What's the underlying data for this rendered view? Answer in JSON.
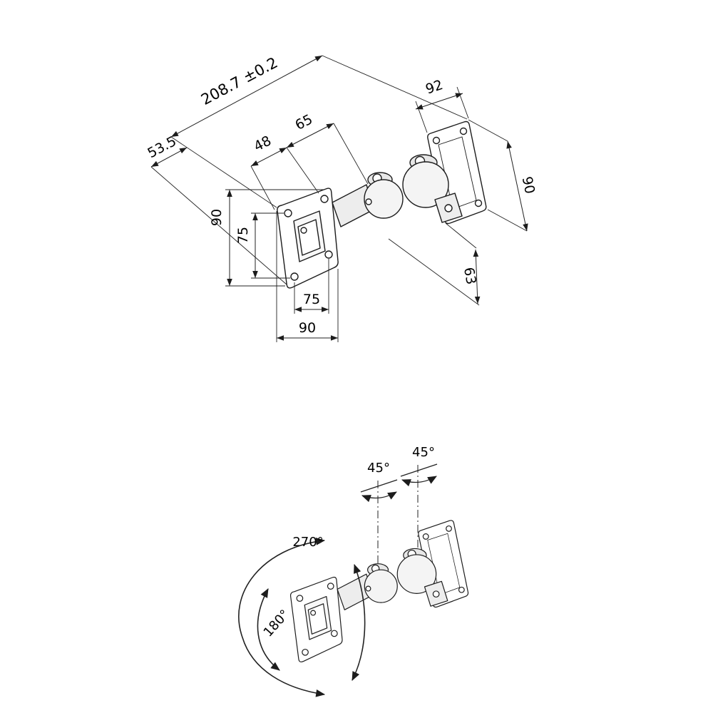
{
  "page": {
    "background": "#ffffff"
  },
  "drawing": {
    "type": "technical-drawing",
    "subject": "Monitor wall-mount swivel arm, dimension view and rotation view",
    "colors": {
      "line": "#1c1c1c",
      "fill_light": "#ededed"
    },
    "top_view": {
      "dimensions": {
        "overall_length": "208.7 ±0.2",
        "wall_offset": "53.5",
        "arm_segment_1": "48",
        "arm_segment_2": "65",
        "wall_plate_width": "92",
        "wall_plate_height": "90",
        "joint_to_plate": "63",
        "vesa_plate_height": "90",
        "vesa_hole_spacing_vertical": "75",
        "vesa_hole_spacing_horizontal": "75",
        "vesa_plate_width": "90"
      }
    },
    "bottom_view": {
      "rotations": {
        "tilt_joint_front": "45°",
        "tilt_joint_rear": "45°",
        "swivel_range": "270°",
        "rotation_range": "180°"
      }
    }
  }
}
